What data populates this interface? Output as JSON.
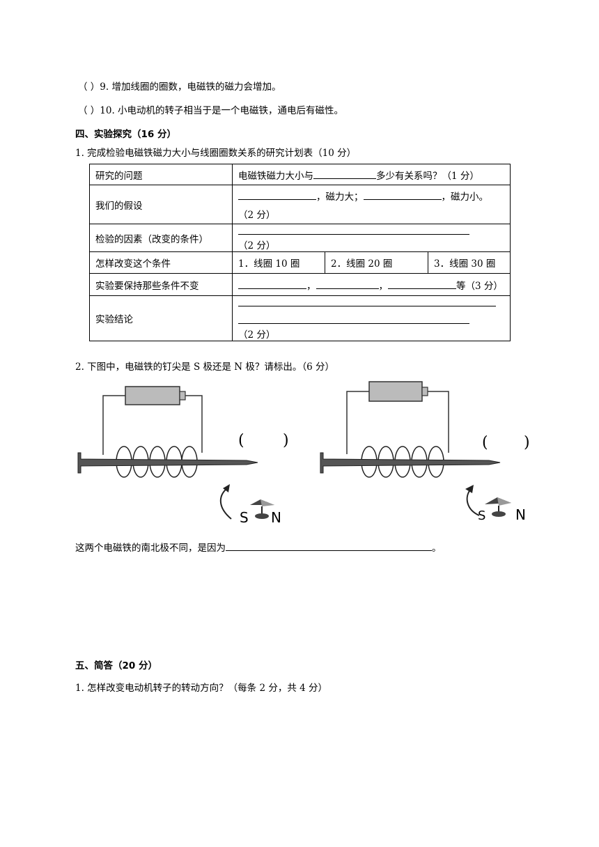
{
  "tf_items": [
    {
      "paren": "（          ）",
      "text": "9. 增加线圈的圈数，电磁铁的磁力会增加。"
    },
    {
      "paren": "（          ）",
      "text": "10. 小电动机的转子相当于是一个电磁铁，通电后有磁性。"
    }
  ],
  "section4": {
    "heading": "四、实验探究（16 分）",
    "q1": "1. 完成检验电磁铁磁力大小与线圈圈数关系的研究计划表（10 分）",
    "table": {
      "row1": {
        "label": "研究的问题",
        "pre": "电磁铁磁力大小与",
        "post": "多少有关系吗？（1 分）"
      },
      "row2": {
        "label": "我们的假设",
        "mid1": "，磁力大；",
        "mid2": "，磁力小。",
        "score": "（2 分）"
      },
      "row3": {
        "label": "检验的因素（改变的条件）",
        "score": "（2 分）"
      },
      "row4": {
        "label": "怎样改变这个条件",
        "options": [
          "1．线圈 10 圈",
          "2．线圈 20 圈",
          "3．线圈 30 圈"
        ]
      },
      "row5": {
        "label": "实验要保持那些条件不变",
        "sep1": "，",
        "sep2": "，",
        "post": "等（3 分）"
      },
      "row6": {
        "label": "实验结论",
        "score": "（2 分）"
      }
    },
    "q2": "2. 下图中，电磁铁的钉尖是 S 极还是 N 极？请标出。（6 分）",
    "figure": {
      "paren_left": "(",
      "paren_right": ")",
      "compass_s": "S",
      "compass_n": "N"
    },
    "q2_follow": {
      "pre": "这两个电磁铁的南北极不同，是因为",
      "post": "。"
    }
  },
  "section5": {
    "heading": "五、简答（20 分）",
    "q1": "1. 怎样改变电动机转子的转动方向？（每条 2 分，共 4 分）"
  }
}
